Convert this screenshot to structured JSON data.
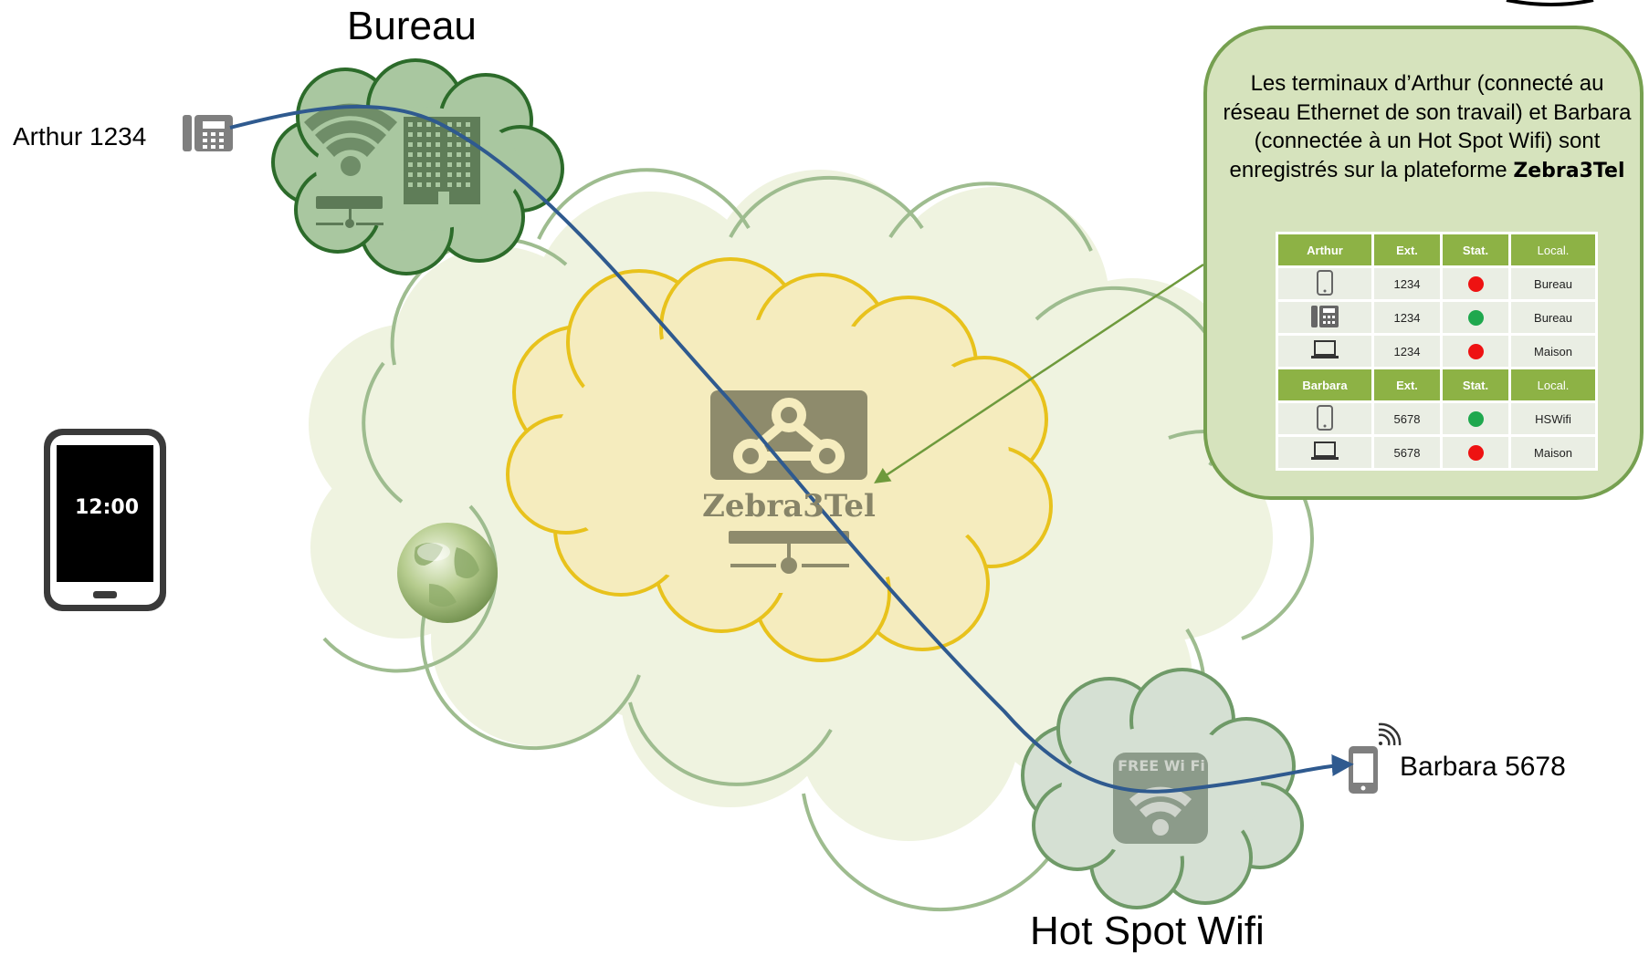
{
  "labels": {
    "bureau": "Bureau",
    "hotspot": "Hot Spot Wifi",
    "arthur": "Arthur 1234",
    "barbara": "Barbara 5678",
    "clock": "12:00",
    "zebra": "Zebra3Tel",
    "freewifi": "FREE Wi Fi"
  },
  "info": {
    "text": "Les terminaux d’Arthur (connecté au réseau Ethernet de son travail) et Barbara (connectée à un Hot Spot Wifi) sont enregistrés sur la plateforme",
    "brand": "Zebra3Tel"
  },
  "table": {
    "groups": [
      {
        "headers": [
          "Arthur",
          "Ext.",
          "Stat.",
          "Local."
        ],
        "rows": [
          {
            "device": "mobile-phone-icon",
            "ext": "1234",
            "status": "offline",
            "local": "Bureau"
          },
          {
            "device": "desk-phone-icon",
            "ext": "1234",
            "status": "online",
            "local": "Bureau"
          },
          {
            "device": "laptop-icon",
            "ext": "1234",
            "status": "offline",
            "local": "Maison"
          }
        ]
      },
      {
        "headers": [
          "Barbara",
          "Ext.",
          "Stat.",
          "Local."
        ],
        "rows": [
          {
            "device": "mobile-phone-icon",
            "ext": "5678",
            "status": "online",
            "local": "HSWifi"
          },
          {
            "device": "laptop-icon",
            "ext": "5678",
            "status": "offline",
            "local": "Maison"
          }
        ]
      }
    ]
  },
  "colors": {
    "internet_fill": "#eff3e0",
    "internet_stroke": "#9ebc8f",
    "office_fill": "#a9c7a0",
    "office_stroke": "#2c6b2a",
    "platform_fill": "#f5ecbe",
    "platform_stroke": "#e8c21c",
    "hotspot_fill": "#d5e0d3",
    "hotspot_stroke": "#6f9a68",
    "call_line": "#2f5a8f",
    "arrow": "#6e9a3c",
    "status_online": "#1fa84e",
    "status_offline": "#ee1212",
    "table_header": "#8db245",
    "table_row": "#eaeee4"
  }
}
